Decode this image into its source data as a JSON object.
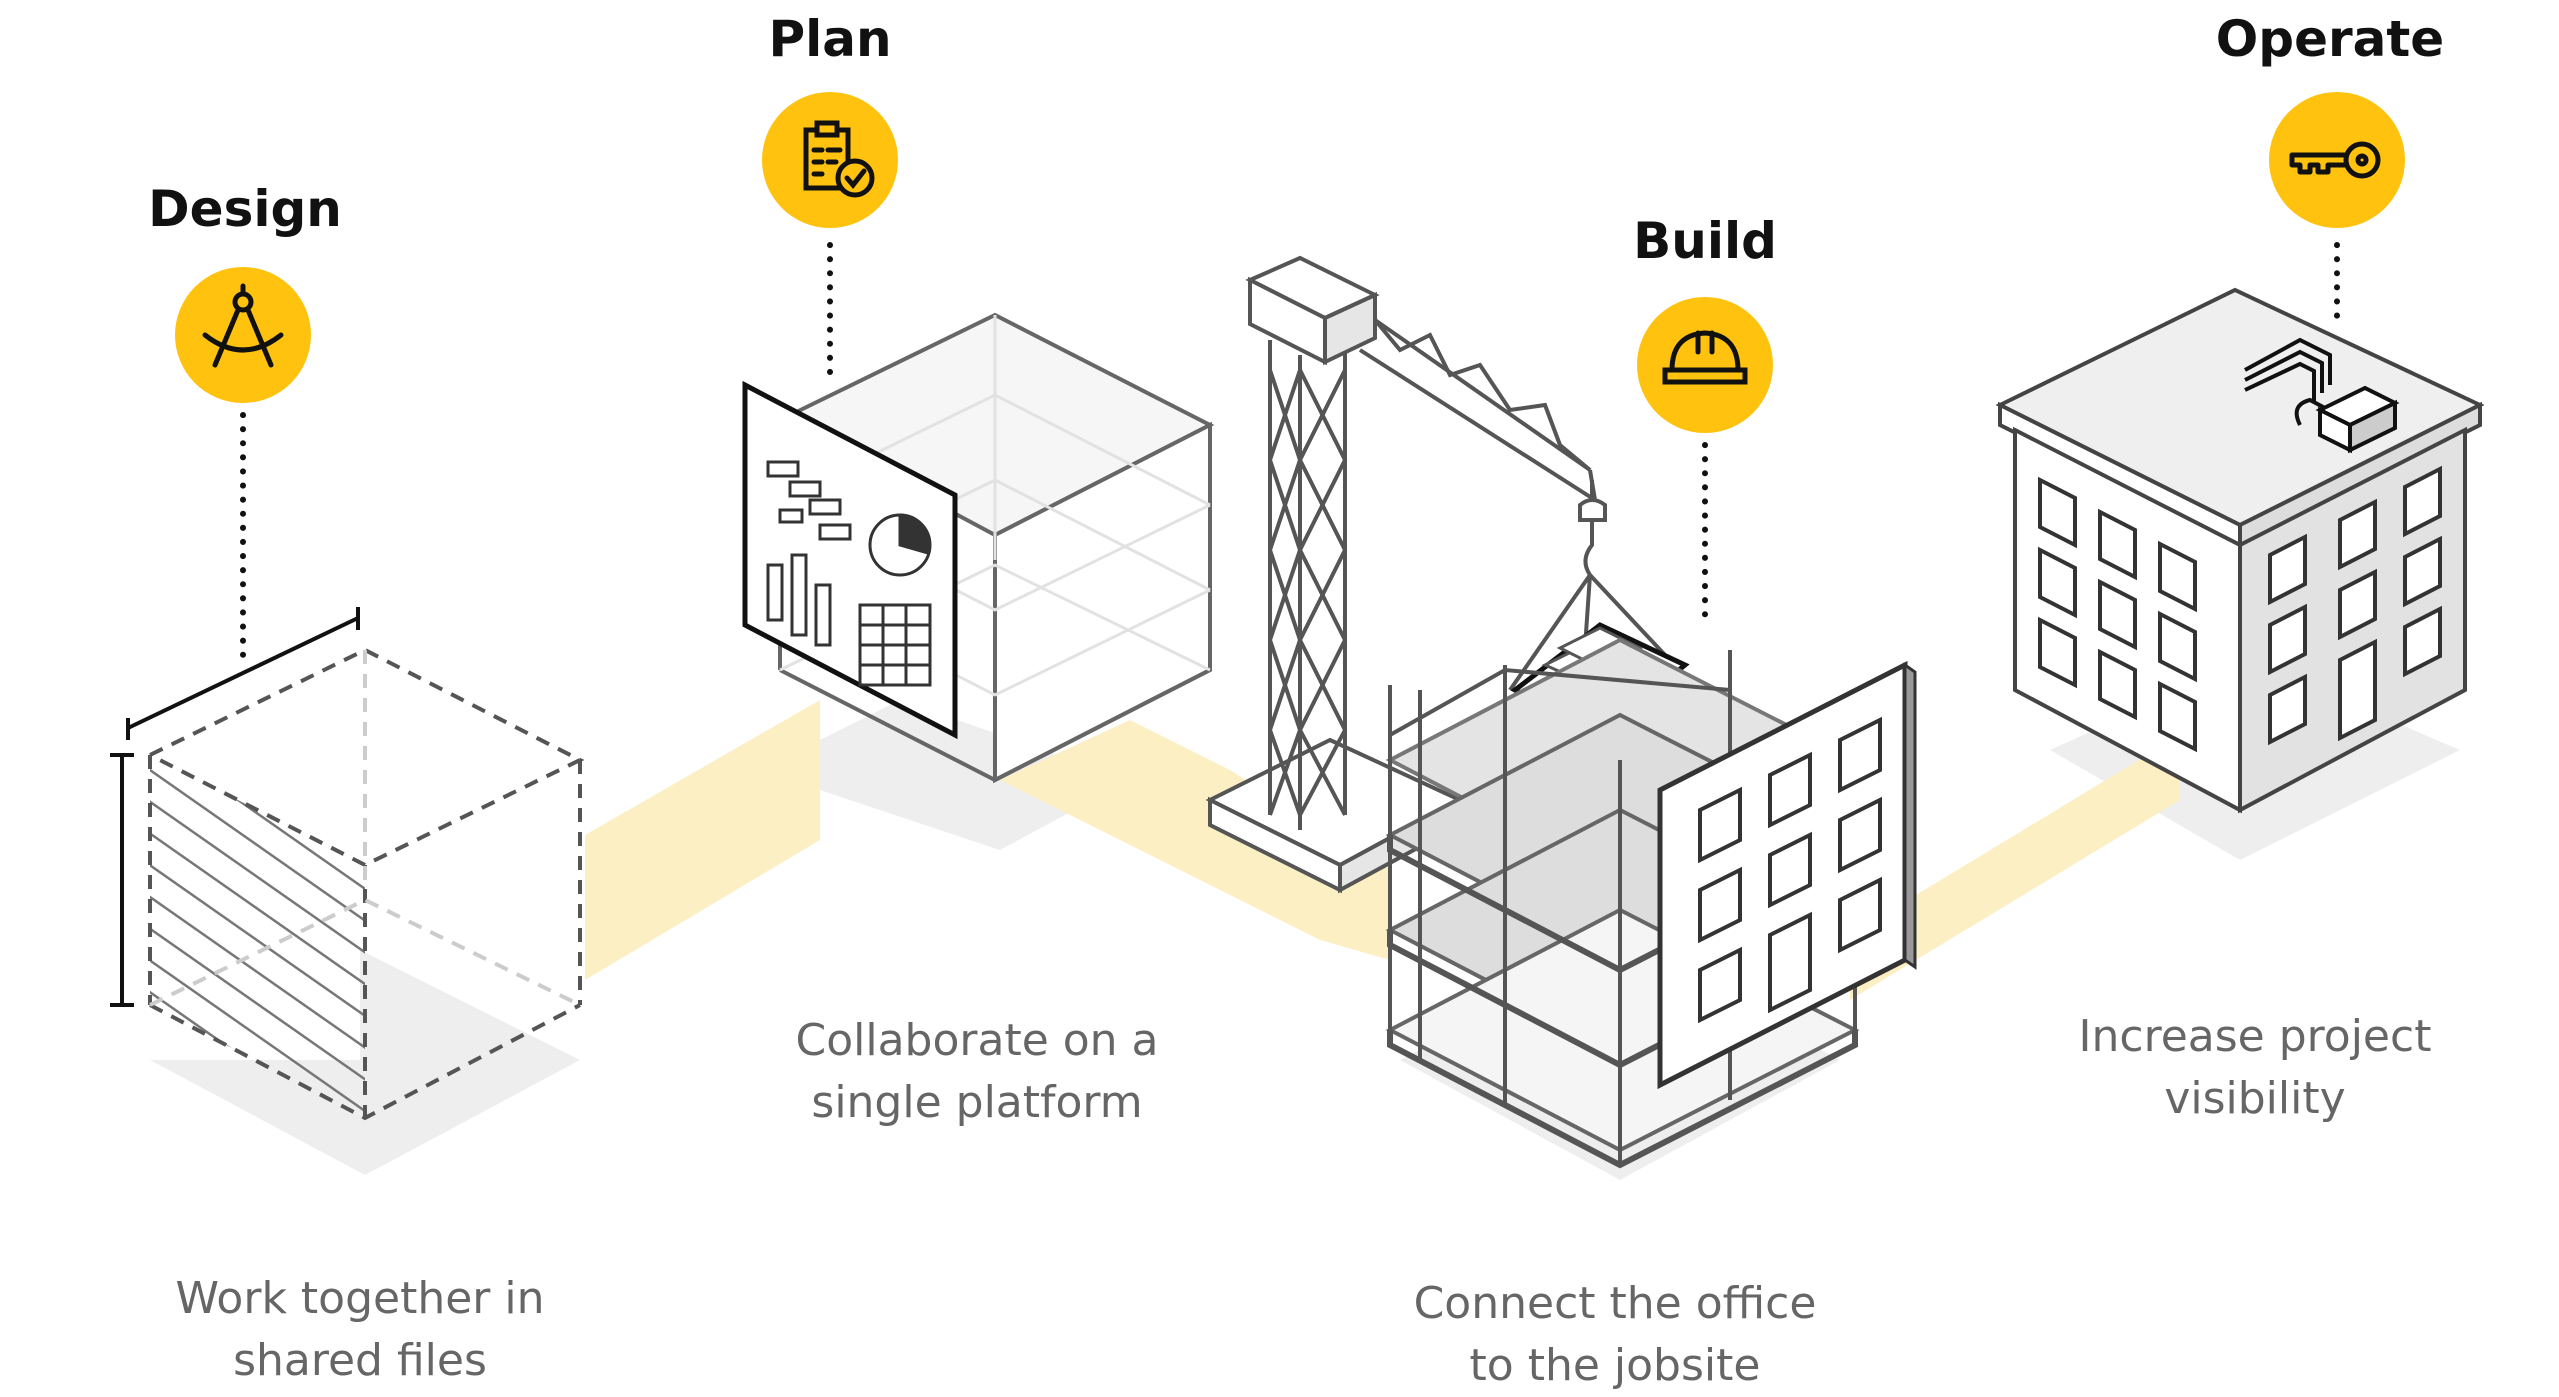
{
  "colors": {
    "accent": "#FFC20E",
    "path": "#FCEFC4",
    "line": "#444444",
    "shadow": "#EEEEEE",
    "text_muted": "#666666"
  },
  "stages": [
    {
      "id": "design",
      "title": "Design",
      "icon": "compass-icon",
      "desc_line1": "Work together in",
      "desc_line2": "shared files"
    },
    {
      "id": "plan",
      "title": "Plan",
      "icon": "clipboard-check-icon",
      "desc_line1": "Collaborate on a",
      "desc_line2": "single platform"
    },
    {
      "id": "build",
      "title": "Build",
      "icon": "hard-hat-icon",
      "desc_line1": "Connect the office",
      "desc_line2": "to the jobsite"
    },
    {
      "id": "operate",
      "title": "Operate",
      "icon": "key-icon",
      "desc_line1": "Increase project",
      "desc_line2": "visibility"
    }
  ]
}
